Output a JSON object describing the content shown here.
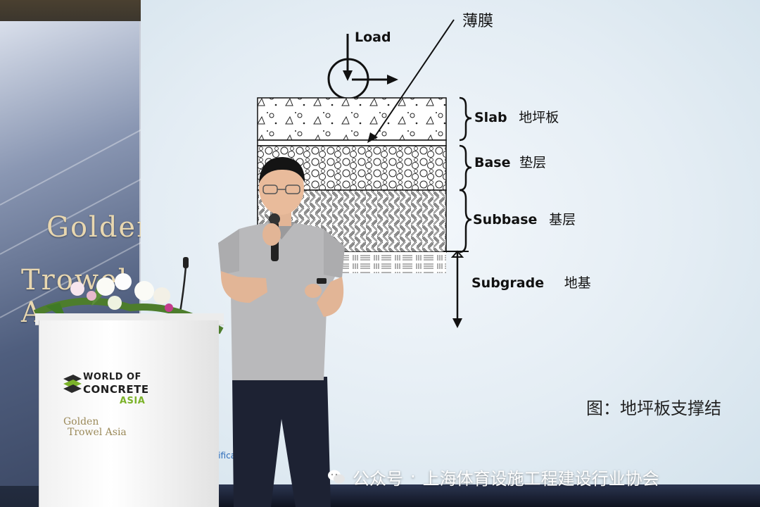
{
  "backdrop": {
    "banner_line1": "Golden",
    "banner_line2": "Trowel A"
  },
  "slide": {
    "film_label": "薄膜",
    "load_label": "Load",
    "layers": [
      {
        "en": "Slab",
        "cn": "地坪板"
      },
      {
        "en": "Base",
        "cn": "垫层"
      },
      {
        "en": "Subbase",
        "cn": "基层"
      },
      {
        "en": "Subgrade",
        "cn": "地基"
      }
    ],
    "caption": "图：地坪板支撑结",
    "footer_fragment": "lassificat"
  },
  "podium": {
    "logo_line1": "WORLD OF",
    "logo_line2": "CONCRETE",
    "logo_line3": "ASIA",
    "sub_line1": "Golden",
    "sub_line2": "Trowel Asia"
  },
  "watermark": {
    "prefix": "公众号",
    "separator": "·",
    "org": "上海体育设施工程建设行业协会"
  },
  "colors": {
    "screen": "#e9f0f6",
    "logo_green": "#7cb32a",
    "shirt": "#b9b9bb",
    "trousers": "#1d2233"
  }
}
